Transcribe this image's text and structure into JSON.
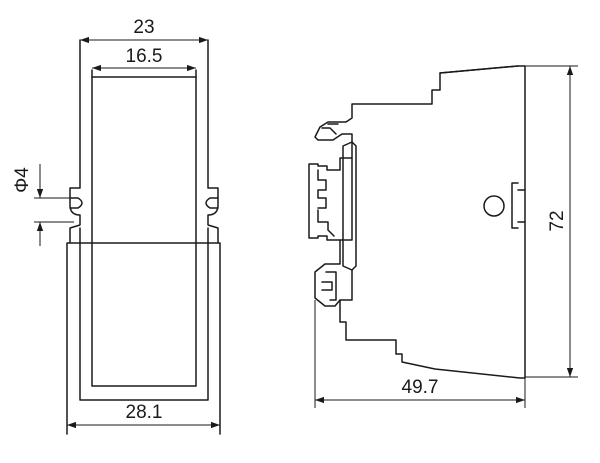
{
  "dimensions": {
    "top_width_outer": "23",
    "top_width_inner": "16.5",
    "bottom_width": "28.1",
    "hole_diameter": "Φ4",
    "side_depth": "49.7",
    "side_height": "72"
  },
  "colors": {
    "line": "#1a1a1a",
    "background": "#ffffff"
  }
}
